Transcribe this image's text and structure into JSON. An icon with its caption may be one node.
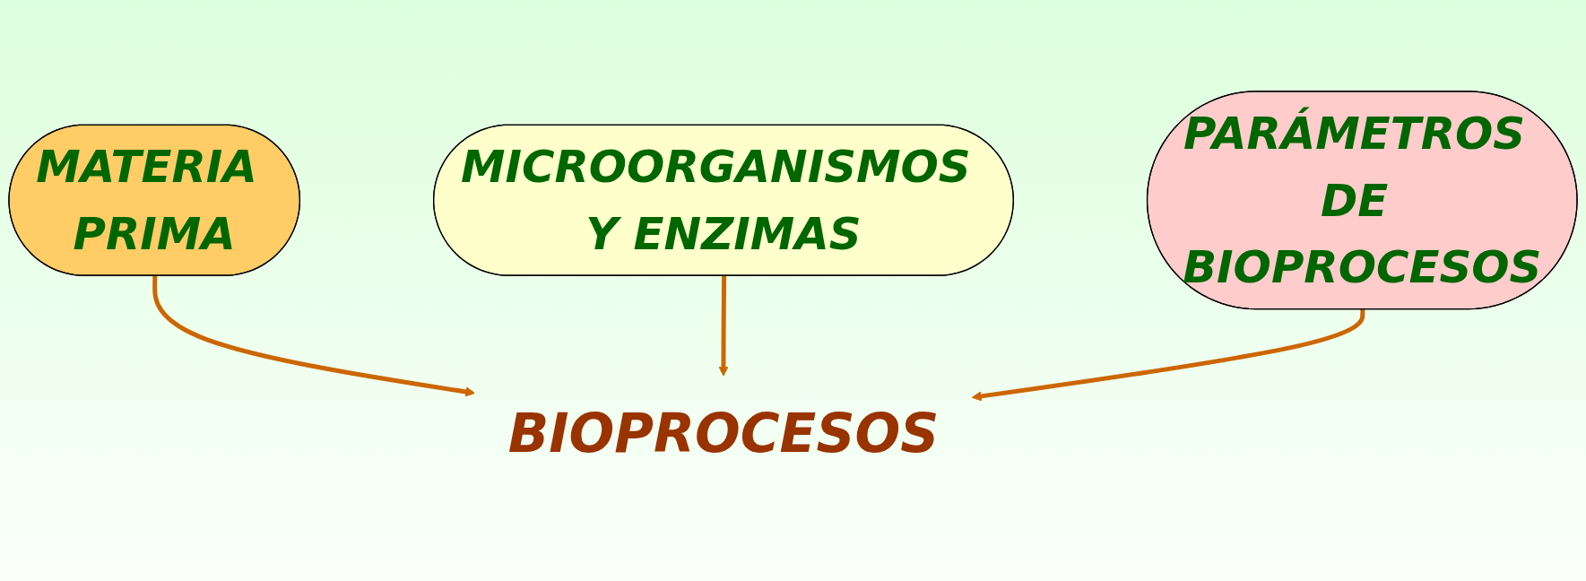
{
  "diagram": {
    "nodes": [
      {
        "text": [
          "MATERIA PRIMA"
        ]
      },
      {
        "text": [
          "MICROORGANISMOS Y ENZIMAS"
        ]
      },
      {
        "text": [
          "BIOPROCESOS"
        ]
      },
      {
        "text": [
          "PARÁMETROS DE BIOPROCESOS"
        ]
      }
    ],
    "edges": [
      {
        "from": 0,
        "to": 2,
        "arrow": "to"
      },
      {
        "from": 1,
        "to": 2,
        "arrow": "to"
      },
      {
        "from": 3,
        "to": 2,
        "arrow": "to"
      }
    ]
  }
}
